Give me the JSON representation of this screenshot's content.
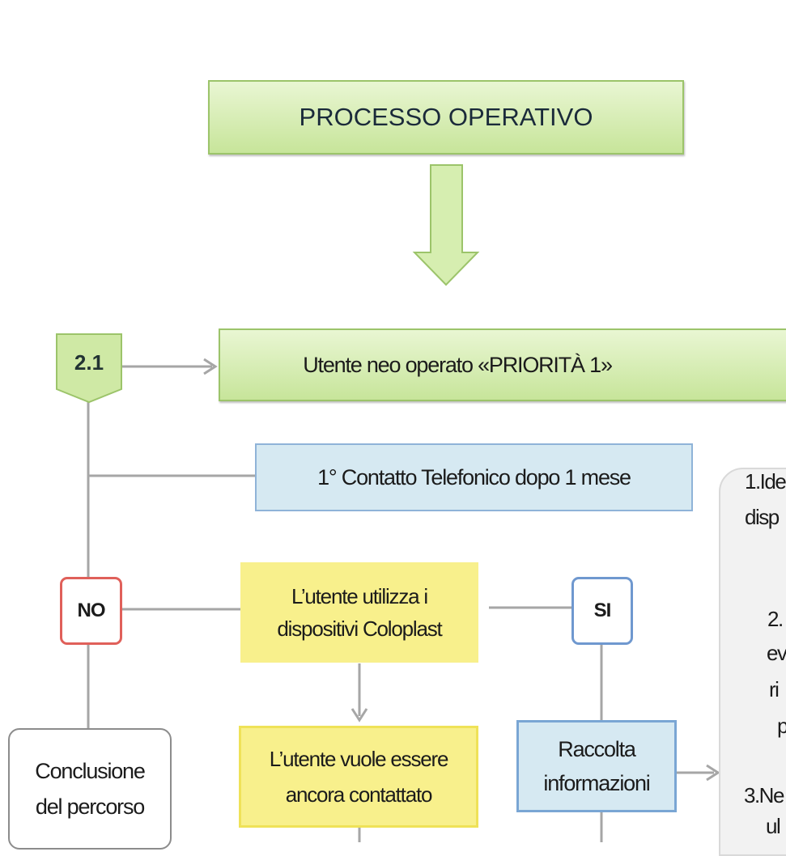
{
  "title": "PROCESSO OPERATIVO",
  "step": {
    "number": "2.1",
    "label": "Utente neo operato «PRIORITÀ 1»"
  },
  "first_contact": "1° Contatto Telefonico dopo 1 mese",
  "question_uses_devices": [
    "L’utente utilizza i",
    "dispositivi Coloplast"
  ],
  "answer_no": "NO",
  "answer_si": "SI",
  "question_wants_contact": [
    "L’utente vuole essere",
    "ancora contattato"
  ],
  "collect_info": [
    "Raccolta",
    "informazioni"
  ],
  "end_path": [
    "Conclusione",
    "del percorso"
  ],
  "side_list": [
    {
      "text": "1.Ide"
    },
    {
      "text": "disp"
    },
    {
      "text": "2."
    },
    {
      "text": "ev"
    },
    {
      "text": "ri"
    },
    {
      "text": "p"
    },
    {
      "text": "3.Ne"
    },
    {
      "text": "ul"
    }
  ],
  "colors": {
    "green_fill": "#c7e59a",
    "green_border": "#9cc46a",
    "blue_fill": "#d6e9f2",
    "blue_border": "#8fb3d8",
    "yellow_fill": "#f8f08c",
    "no_border": "#e0605a",
    "si_border": "#6f98cf",
    "connector": "#a6a6a6"
  }
}
